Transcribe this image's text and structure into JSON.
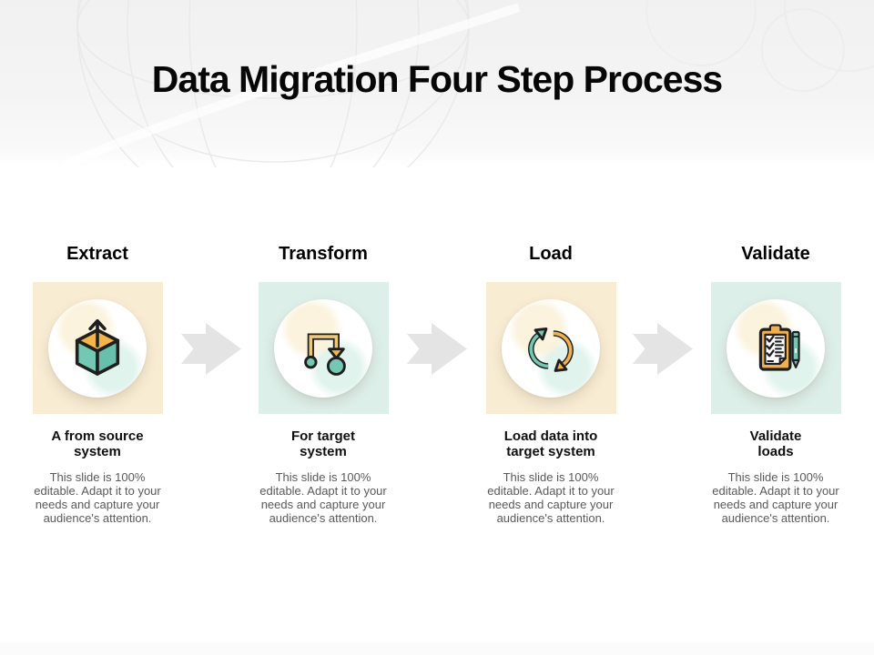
{
  "slide": {
    "title": "Data Migration Four Step Process"
  },
  "colors": {
    "tile_cream": "#f8ecd3",
    "tile_mint": "#ddefe9",
    "accent_teal": "#74c7b2",
    "accent_orange": "#f2b04b",
    "icon_outline": "#1f1f1f",
    "connector_gray": "#e4e4e4",
    "heading_black": "#000000",
    "body_gray": "#595959",
    "header_bg": "#f2f2f2"
  },
  "steps": [
    {
      "label": "Extract",
      "icon": "cube-export-icon",
      "tile_color": "#f8ecd3",
      "subtitle_line1": "A from source",
      "subtitle_line2": "system",
      "description": "This slide is 100% editable. Adapt it to your needs and capture your audience's attention."
    },
    {
      "label": "Transform",
      "icon": "flow-arrow-icon",
      "tile_color": "#ddefe9",
      "subtitle_line1": "For target",
      "subtitle_line2": "system",
      "description": "This slide is 100% editable. Adapt it to your needs and capture your audience's attention."
    },
    {
      "label": "Load",
      "icon": "sync-arrows-icon",
      "tile_color": "#f8ecd3",
      "subtitle_line1": "Load data into",
      "subtitle_line2": "target system",
      "description": "This slide is 100% editable. Adapt it to your needs and capture your audience's attention."
    },
    {
      "label": "Validate",
      "icon": "checklist-pen-icon",
      "tile_color": "#ddefe9",
      "subtitle_line1": "Validate",
      "subtitle_line2": "loads",
      "description": "This slide is 100% editable. Adapt it to your needs and capture your audience's attention."
    }
  ],
  "connectors": [
    {
      "icon": "block-arrow-right-icon"
    },
    {
      "icon": "block-arrow-right-icon"
    },
    {
      "icon": "block-arrow-right-icon"
    }
  ]
}
